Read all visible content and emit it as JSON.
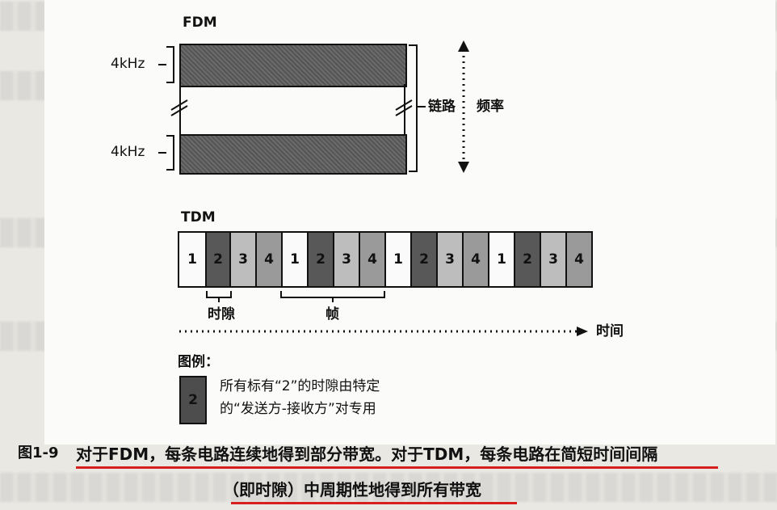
{
  "fdm": {
    "title": "FDM",
    "band_label_top": "4kHz",
    "band_label_bottom": "4kHz",
    "axis_label": "链路",
    "axis_label_2": "频率"
  },
  "tdm": {
    "title": "TDM",
    "slots": [
      "1",
      "2",
      "3",
      "4",
      "1",
      "2",
      "3",
      "4",
      "1",
      "2",
      "3",
      "4",
      "1",
      "2",
      "3",
      "4"
    ],
    "slot_colors": [
      "#fafafa",
      "#585858",
      "#bdbdbd",
      "#9a9a9a"
    ],
    "slot_label": "时隙",
    "frame_label": "帧",
    "time_label": "时间"
  },
  "legend": {
    "title": "图例：",
    "swatch_label": "2",
    "line1": "所有标有“2”的时隙由特定",
    "line2": "的“发送方-接收方”对专用"
  },
  "caption": {
    "figure_no": "图1-9",
    "line1": "对于FDM，每条电路连续地得到部分带宽。对于TDM，每条电路在简短时间间隔",
    "line2": "（即时隙）中周期性地得到所有带宽"
  },
  "colors": {
    "band_fill": "#5c5c5c",
    "underline": "#d62020",
    "background": "#e9e8e3"
  }
}
